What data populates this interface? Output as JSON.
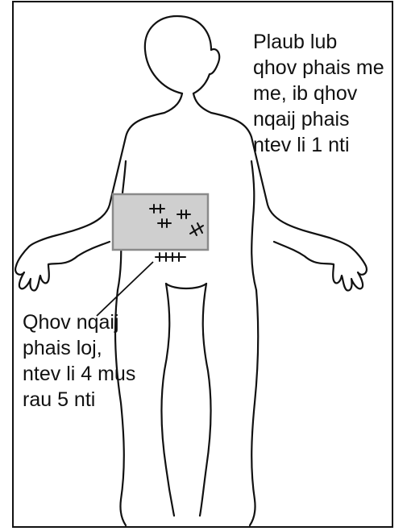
{
  "labels": {
    "top": [
      "Plaub lub",
      "qhov phais me",
      "me, ib qhov",
      "nqaij phais",
      "ntev li 1 nti"
    ],
    "bottom": [
      "Qhov nqaij",
      "phais loj,",
      "ntev li 4 mus",
      "rau 5 nti"
    ]
  },
  "colors": {
    "outline": "#111111",
    "shaded_area": "#cfcfcf",
    "shaded_border": "#8a8a8a"
  },
  "icons": {
    "figure": "human-body-outline",
    "incisions": "stitch-marks"
  }
}
